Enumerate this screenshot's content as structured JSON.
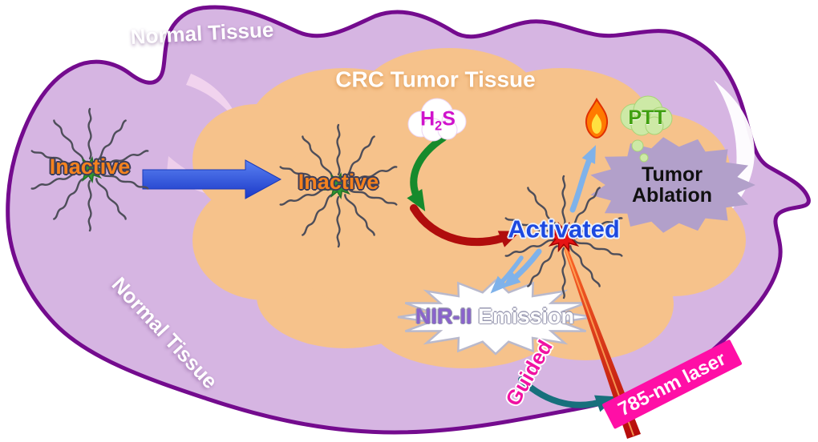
{
  "labels": {
    "normal_tissue_top": "Normal Tissue",
    "normal_tissue_bottom": "Normal Tissue",
    "crc_tumor_tissue": "CRC Tumor Tissue",
    "inactive_left": "Inactive",
    "inactive_center": "Inactive",
    "activated": "Activated",
    "h2s": {
      "element": "H",
      "subscript": "2",
      "tail": "S"
    },
    "ptt": "PTT",
    "tumor_ablation": {
      "line1": "Tumor",
      "line2": "Ablation"
    },
    "nir_emission": {
      "part1": "NIR-II",
      "part2": "Emission"
    },
    "guided": "Guided",
    "laser": "785-nm laser"
  },
  "icons": {
    "flame": "flame-icon",
    "h2s_cloud": "cloud-shape",
    "ptt_bubble": "thought-bubble",
    "tumor_ablation_burst": "starburst",
    "nir_emission_burst": "starburst",
    "laser_beam": "laser-beam",
    "molecule": "nanoprobe-molecule"
  },
  "colors": {
    "normal_tissue_fill": "#d6b5e2",
    "normal_tissue_border": "#740b8e",
    "tumor_fill": "#f6c28b",
    "inactive_text": "#f5821e",
    "activated_text": "#1d49e0",
    "h2s_text": "#d012cc",
    "ptt_text": "#3f9f10",
    "guided_text": "#f012a2",
    "laser_label_bg": "#ff0fa6",
    "blue_arrow": "#2a52e8",
    "green_arrow": "#168a2c",
    "red_arrow": "#b00d0d",
    "teal_arrow": "#17707c",
    "light_blue_arrow": "#7fb2ea"
  }
}
